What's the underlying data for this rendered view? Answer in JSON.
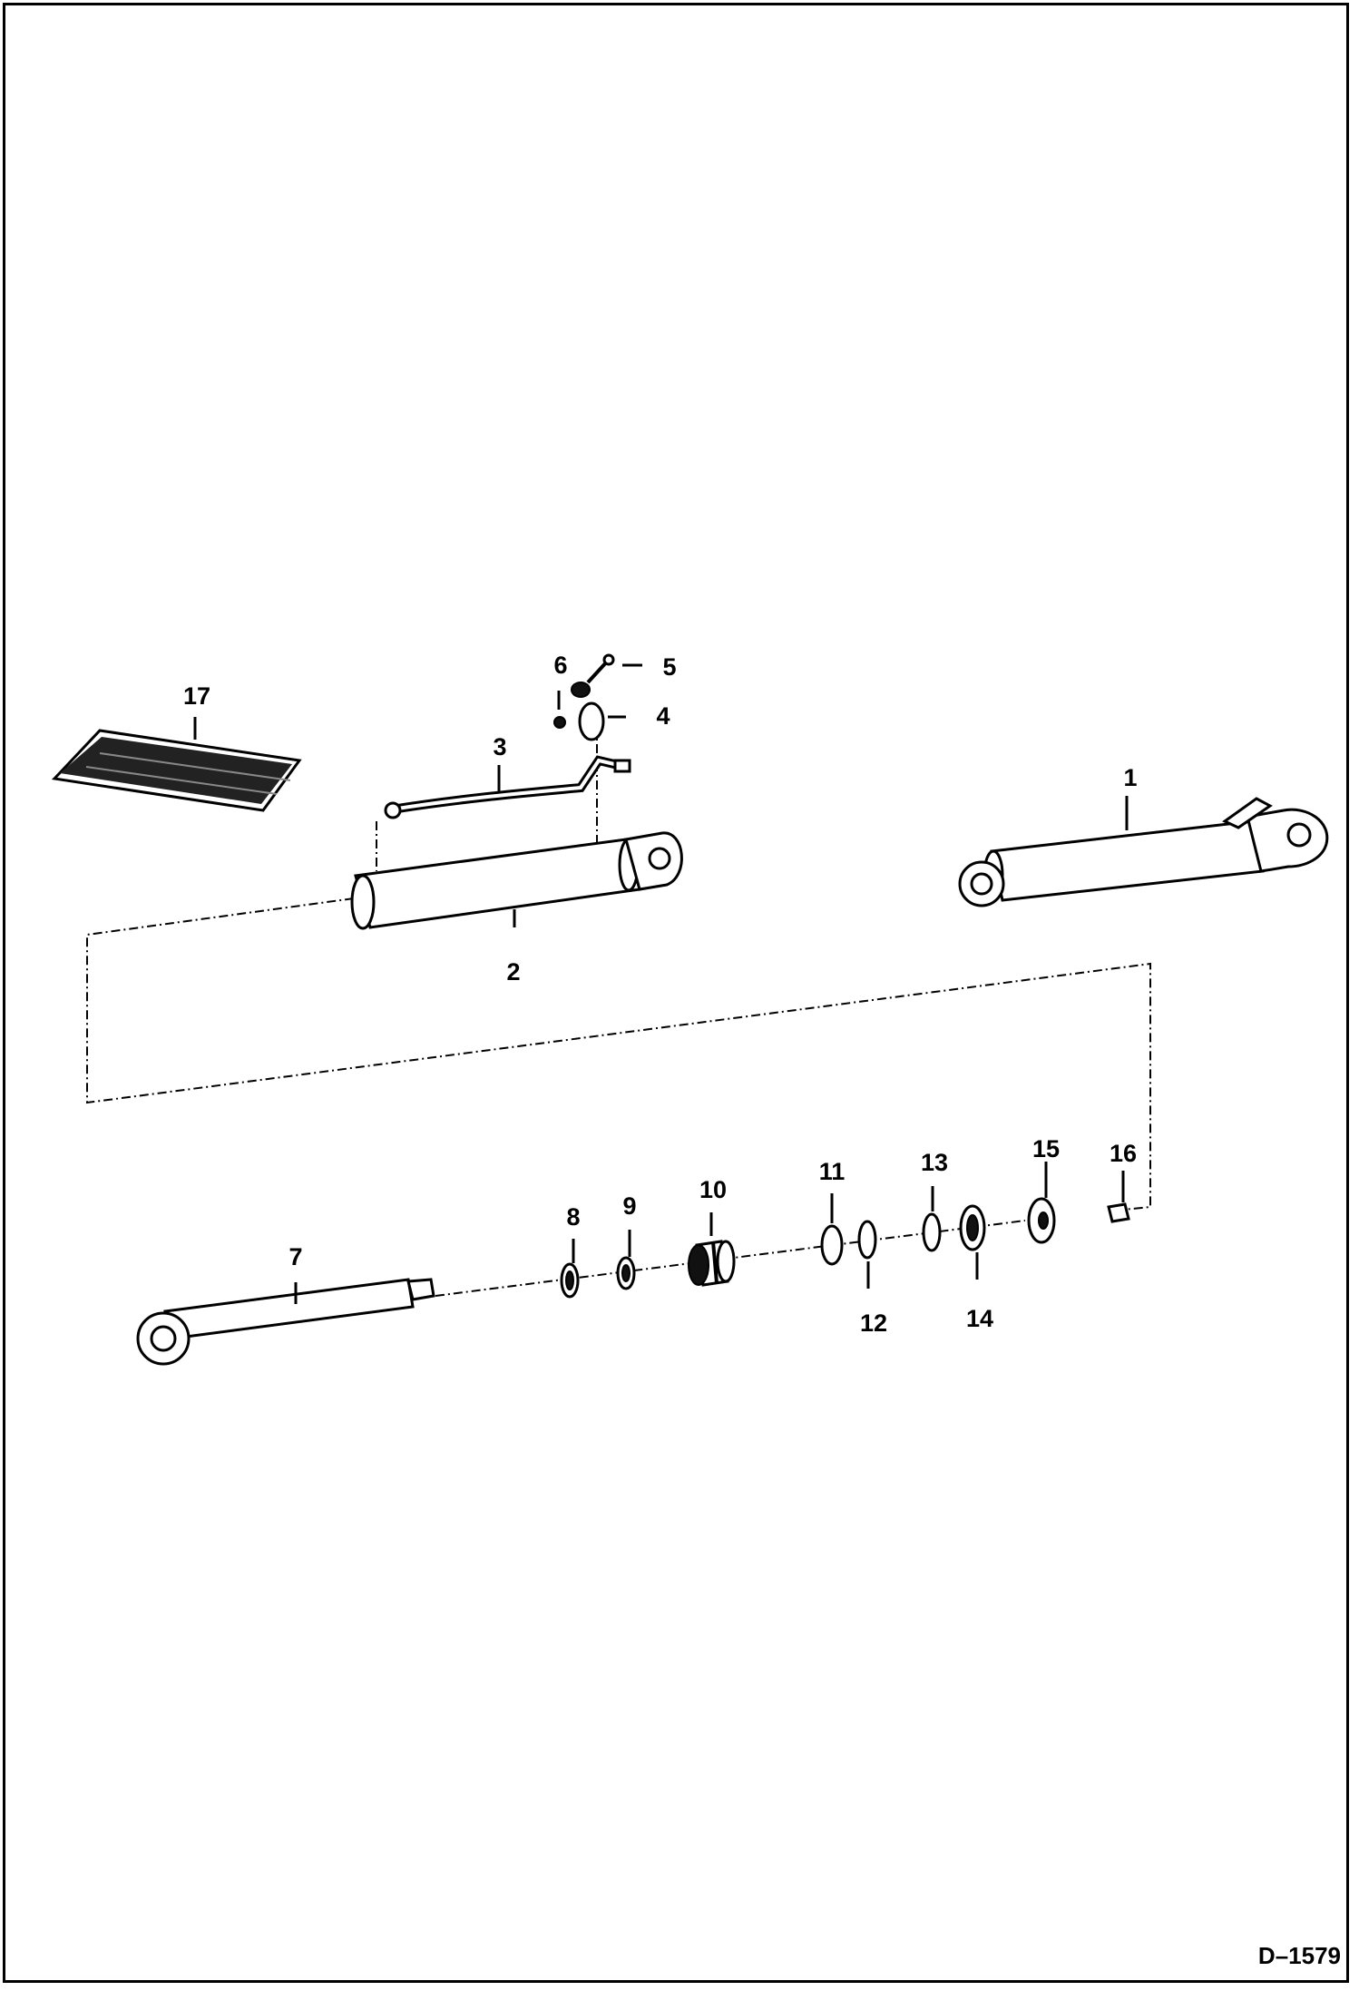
{
  "drawing_id": "D–1579",
  "callouts": [
    "1",
    "2",
    "3",
    "4",
    "5",
    "6",
    "7",
    "8",
    "9",
    "10",
    "11",
    "12",
    "13",
    "14",
    "15",
    "16",
    "17"
  ],
  "icons": {
    "cylinder_assembly": "hydraulic-cylinder-assembly-icon",
    "barrel": "cylinder-barrel-icon",
    "tube": "hydraulic-tube-icon",
    "clamp": "tube-clamp-icon",
    "rod": "cylinder-rod-icon",
    "seal_kit": "seal-kit-packet-icon"
  }
}
